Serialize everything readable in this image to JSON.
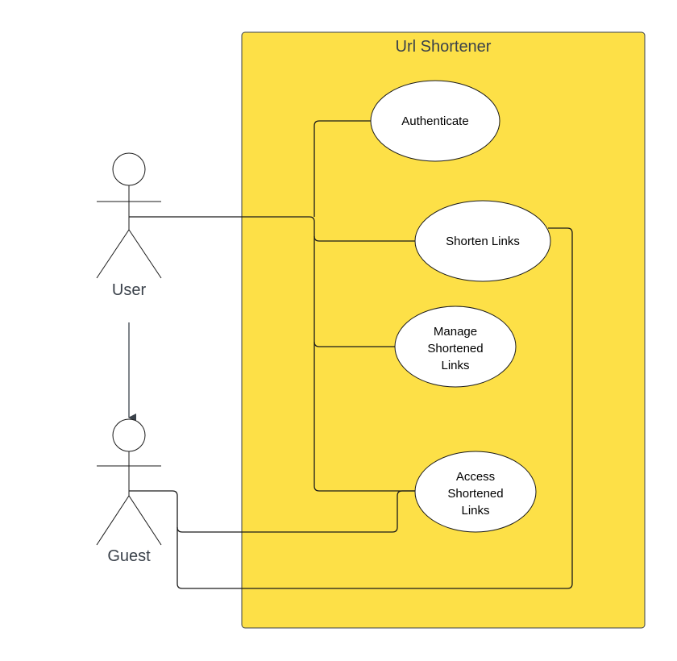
{
  "system": {
    "title": "Url Shortener",
    "fill": "#fde047",
    "stroke": "#3a414a"
  },
  "actors": {
    "user": "User",
    "guest": "Guest"
  },
  "use_cases": {
    "authenticate": [
      "Authenticate"
    ],
    "shorten": [
      "Shorten Links"
    ],
    "manage": [
      "Manage",
      "Shortened",
      "Links"
    ],
    "access": [
      "Access",
      "Shortened",
      "Links"
    ]
  },
  "relations": [
    {
      "from": "User",
      "to": "Authenticate"
    },
    {
      "from": "User",
      "to": "Shorten Links"
    },
    {
      "from": "User",
      "to": "Manage Shortened Links"
    },
    {
      "from": "User",
      "to": "Access Shortened Links"
    },
    {
      "from": "Guest",
      "to": "Access Shortened Links"
    },
    {
      "from": "Guest",
      "to": "Shorten Links"
    },
    {
      "from": "User",
      "to": "Guest",
      "kind": "generalization-arrow"
    }
  ]
}
